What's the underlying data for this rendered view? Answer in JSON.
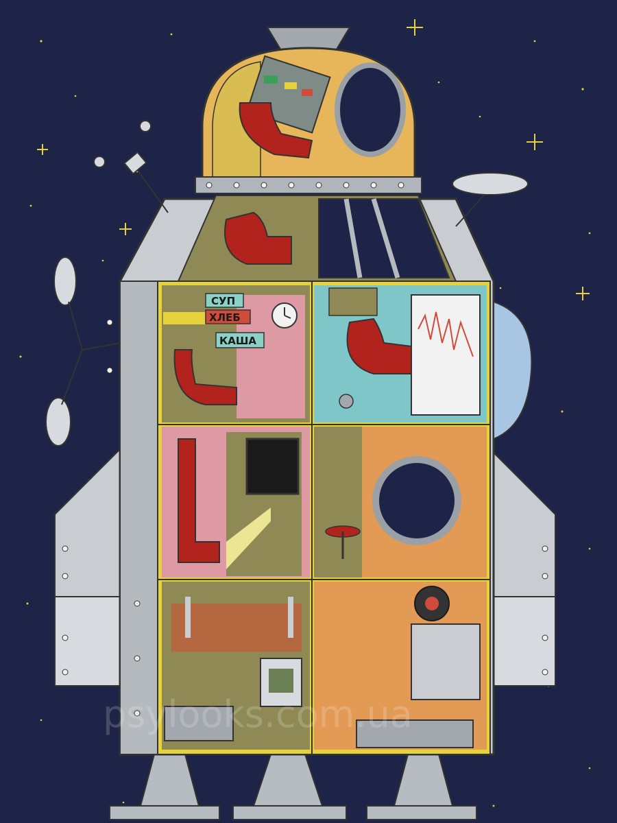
{
  "scene": {
    "description_none": "",
    "colors": {
      "space": "#1d2447",
      "hull": "#c9cdd2",
      "hull_dark": "#8a9097",
      "rivet": "#f2f2f2",
      "chair": "#b3231d",
      "frame": "#e6d23a"
    },
    "food_labels": [
      "СУП",
      "ХЛЕБ",
      "КАША"
    ],
    "watermark": "psylooks.com.ua"
  }
}
